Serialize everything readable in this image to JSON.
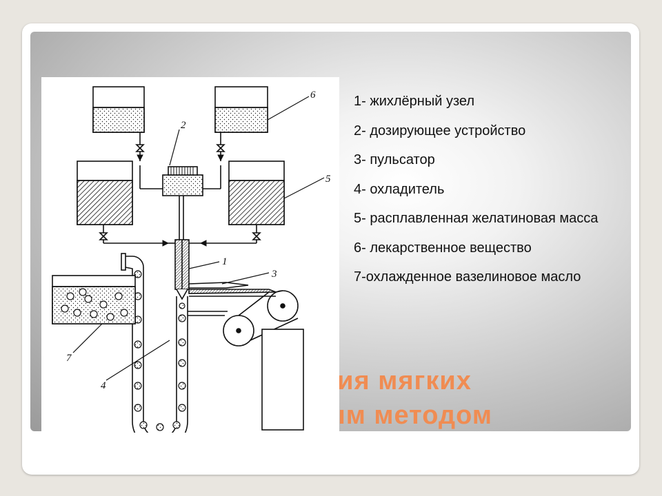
{
  "slide": {
    "title_line1": "чения мягких",
    "title_line2": "ьным методом",
    "title_color": "#f08c52"
  },
  "diagram": {
    "callouts": [
      "1",
      "2",
      "3",
      "4",
      "5",
      "6",
      "7"
    ]
  },
  "legend": {
    "items": [
      "1- жихлёрный узел",
      "2- дозирующее устройство",
      "3- пульсатор",
      "4- охладитель",
      "5- расплавленная желатиновая масса",
      "6- лекарственное вещество",
      "7-охлажденное вазелиновое масло"
    ]
  }
}
